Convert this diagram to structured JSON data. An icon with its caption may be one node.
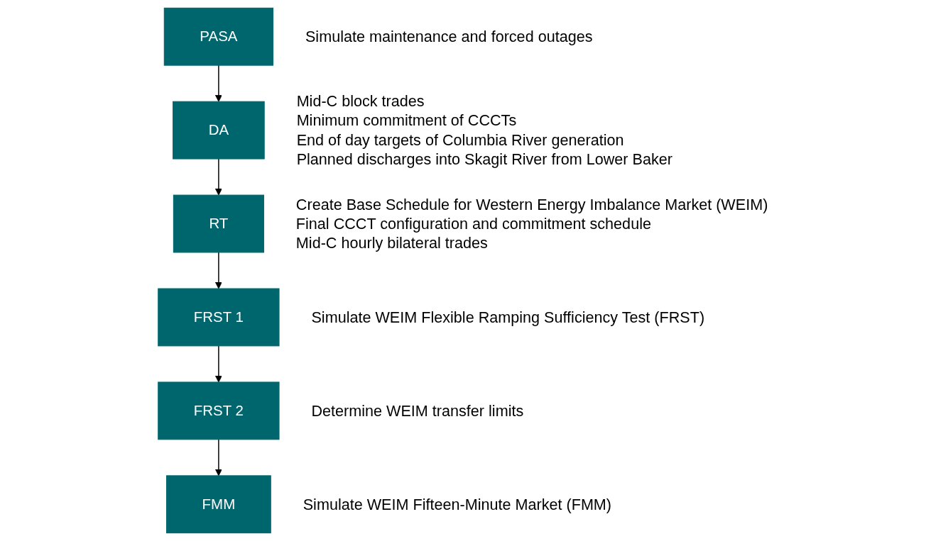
{
  "diagram": {
    "nodes": [
      {
        "text": [
          "PASA"
        ],
        "beside": [
          "Simulate maintenance and forced outages"
        ]
      },
      {
        "text": [
          "DA"
        ],
        "beside": [
          "Mid-C block trades",
          "Minimum commitment of CCCTs",
          "End of day targets of Columbia River generation",
          "Planned discharges into Skagit River from Lower Baker"
        ]
      },
      {
        "text": [
          "RT"
        ],
        "beside": [
          "Create Base Schedule for Western Energy Imbalance Market (WEIM)",
          "Final CCCT configuration and commitment schedule",
          "Mid-C hourly bilateral trades"
        ]
      },
      {
        "text": [
          "FRST 1"
        ],
        "beside": [
          "Simulate WEIM Flexible Ramping Sufficiency Test (FRST)"
        ]
      },
      {
        "text": [
          "FRST 2"
        ],
        "beside": [
          "Determine WEIM transfer limits"
        ]
      },
      {
        "text": [
          "FMM"
        ],
        "beside": [
          "Simulate WEIM Fifteen-Minute Market (FMM)"
        ]
      }
    ],
    "edges": [
      {
        "from": 0,
        "to": 1,
        "arrow": "to"
      },
      {
        "from": 1,
        "to": 2,
        "arrow": "to"
      },
      {
        "from": 2,
        "to": 3,
        "arrow": "to"
      },
      {
        "from": 3,
        "to": 4,
        "arrow": "to"
      },
      {
        "from": 4,
        "to": 5,
        "arrow": "to"
      }
    ]
  }
}
